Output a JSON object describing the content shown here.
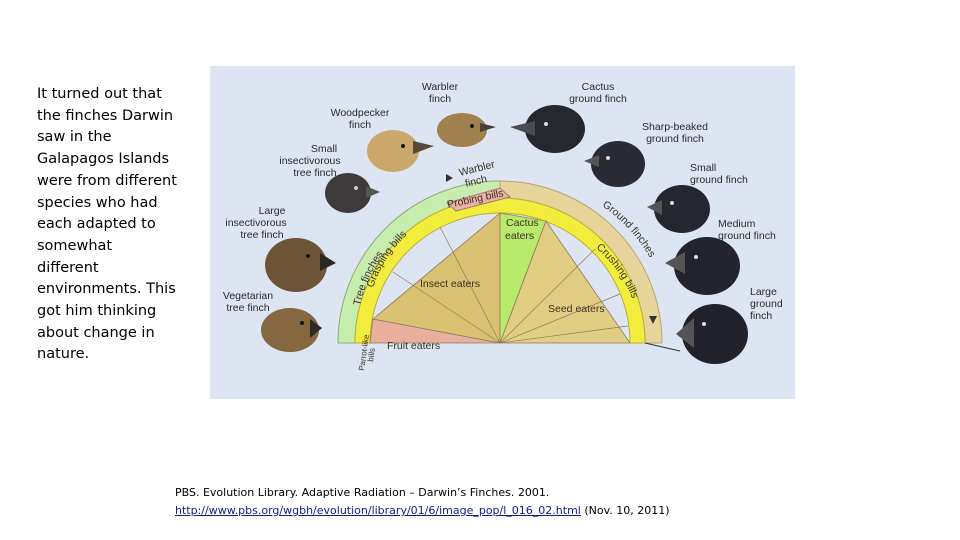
{
  "slide": {
    "body_text": "It turned out that the finches Darwin saw in the Galapagos Islands were from different species who had each adapted to somewhat different environments. This got him thinking about change in nature."
  },
  "figure": {
    "bird_labels": {
      "warbler": [
        "Warbler",
        "finch"
      ],
      "cactus": [
        "Cactus",
        "ground finch"
      ],
      "woodpecker": [
        "Woodpecker",
        "finch"
      ],
      "sharp_beaked": [
        "Sharp-beaked",
        "ground finch"
      ],
      "small_insectivorous": [
        "Small",
        "insectivorous",
        "tree finch"
      ],
      "small_ground": [
        "Small",
        "ground finch"
      ],
      "large_insectivorous": [
        "Large",
        "insectivorous",
        "tree finch"
      ],
      "medium_ground": [
        "Medium",
        "ground finch"
      ],
      "vegetarian": [
        "Vegetarian",
        "tree finch"
      ],
      "large_ground": [
        "Large",
        "ground",
        "finch"
      ]
    },
    "wheel": {
      "outer_left": "Tree finches",
      "outer_right": "Ground finches",
      "warbler_box": [
        "Warbler",
        "finch"
      ],
      "probing": "Probing bills",
      "grasping": "Grasping bills",
      "crushing": "Crushing bills",
      "parrot": [
        "Parrot-like",
        "bills"
      ],
      "cactus_eaters": [
        "Cactus",
        "eaters"
      ],
      "insect_eaters": "Insect eaters",
      "seed_eaters": "Seed eaters",
      "fruit_eaters": "Fruit eaters"
    }
  },
  "citation": {
    "line1": "PBS. Evolution Library. Adaptive Radiation – Darwin’s Finches. 2001.",
    "url": "http://www.pbs.org/wgbh/evolution/library/01/6/image_pop/l_016_02.html",
    "date": " (Nov. 10, 2011)"
  }
}
